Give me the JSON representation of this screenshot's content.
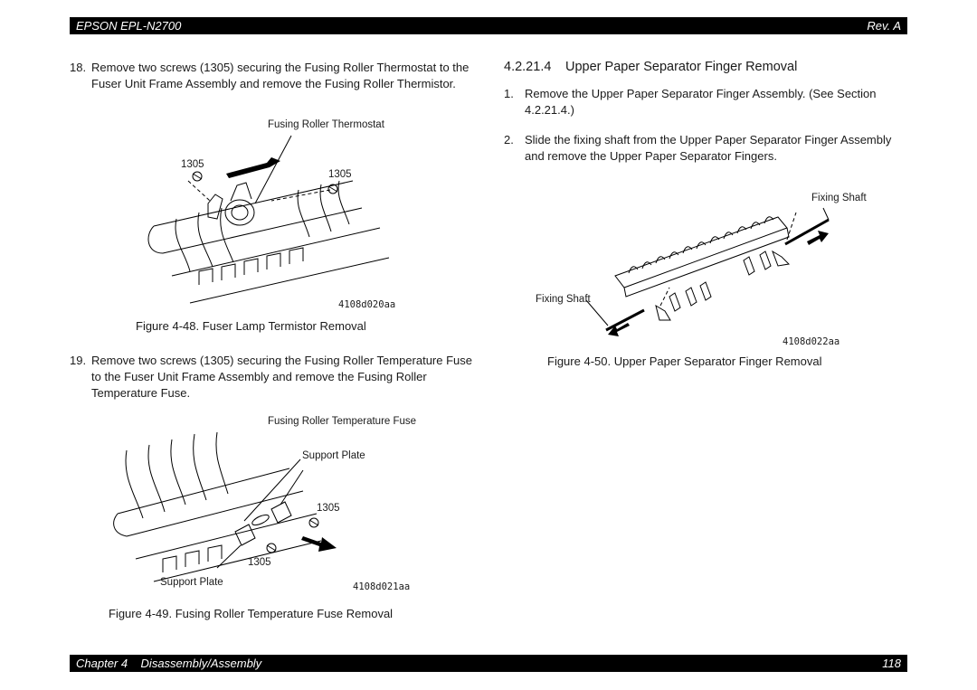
{
  "header": {
    "left": "EPSON EPL-N2700",
    "right": "Rev. A"
  },
  "footer": {
    "left": "Chapter 4    Disassembly/Assembly",
    "right": "118"
  },
  "left_column": {
    "step18": {
      "number": "18.",
      "text": "Remove two screws (1305) securing the Fusing Roller Thermostat to the Fuser Unit Frame Assembly and remove the Fusing Roller Thermistor."
    },
    "figure48": {
      "label_thermostat": "Fusing Roller Thermostat",
      "label_screw_left": "1305",
      "label_screw_right": "1305",
      "code": "4108d020aa",
      "caption": "Figure 4-48.  Fuser Lamp Termistor Removal"
    },
    "step19": {
      "number": "19.",
      "text": "Remove two screws (1305) securing the Fusing Roller Temperature Fuse to the Fuser Unit Frame Assembly and remove the Fusing Roller Temperature Fuse."
    },
    "figure49": {
      "label_fuse": "Fusing Roller Temperature Fuse",
      "label_support_top": "Support Plate",
      "label_screw_right": "1305",
      "label_screw_bottom": "1305",
      "label_support_bottom": "Support Plate",
      "code": "4108d021aa",
      "caption": "Figure 4-49.  Fusing Roller Temperature Fuse Removal"
    }
  },
  "right_column": {
    "section": {
      "number": "4.2.21.4",
      "title": "Upper Paper Separator Finger Removal"
    },
    "step1": {
      "number": "1.",
      "text": "Remove the Upper Paper Separator Finger Assembly. (See Section 4.2.21.4.)"
    },
    "step2": {
      "number": "2.",
      "text": "Slide the fixing shaft from the Upper Paper Separator Finger Assembly and remove the Upper Paper Separator Fingers."
    },
    "figure50": {
      "label_shaft_top": "Fixing Shaft",
      "label_shaft_bottom": "Fixing Shaft",
      "code": "4108d022aa",
      "caption": "Figure 4-50.  Upper Paper Separator Finger Removal"
    }
  }
}
